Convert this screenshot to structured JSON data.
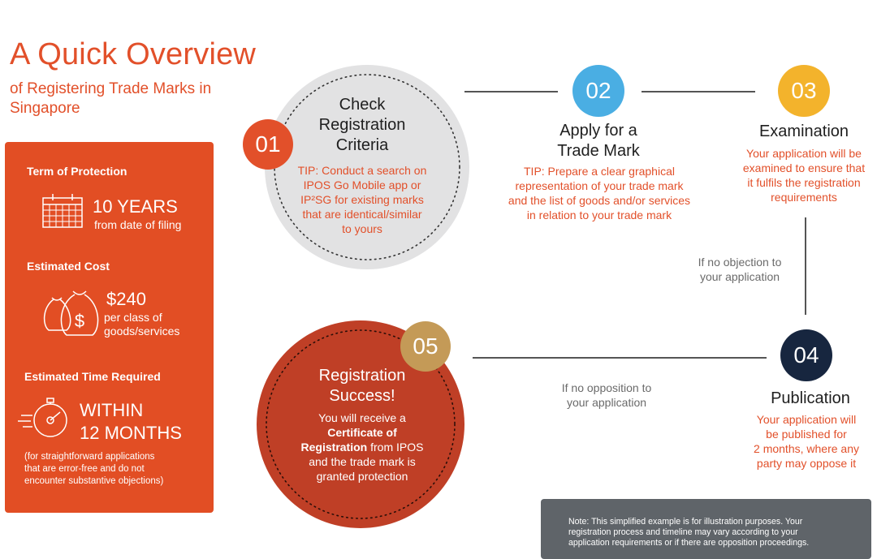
{
  "header": {
    "title": "A Quick Overview",
    "subtitle": "of Registering Trade Marks in Singapore"
  },
  "panel": {
    "term_heading": "Term of Protection",
    "term_value": "10 YEARS",
    "term_sub": "from date of filing",
    "cost_heading": "Estimated Cost",
    "cost_value": "$240",
    "cost_sub_1": "per class of",
    "cost_sub_2": "goods/services",
    "time_heading": "Estimated Time Required",
    "time_value_1": "WITHIN",
    "time_value_2": "12 MONTHS",
    "time_note_1": "(for straightforward applications",
    "time_note_2": "that are error-free and do not",
    "time_note_3": "encounter substantive objections)",
    "icons": [
      "calendar-icon",
      "money-bags-icon",
      "stopwatch-icon"
    ]
  },
  "steps": {
    "s1": {
      "number": "01",
      "title_1": "Check",
      "title_2": "Registration",
      "title_3": "Criteria",
      "tip_1": "TIP: Conduct a search on",
      "tip_2": "IPOS Go Mobile app or",
      "tip_3": "IP²SG for existing marks",
      "tip_4": "that are identical/similar",
      "tip_5": "to yours"
    },
    "s2": {
      "number": "02",
      "title_1": "Apply for a",
      "title_2": "Trade Mark",
      "tip_1": "TIP: Prepare a clear graphical",
      "tip_2": "representation of your trade mark",
      "tip_3": "and the list of goods and/or services",
      "tip_4": "in relation to your trade mark"
    },
    "s3": {
      "number": "03",
      "title": "Examination",
      "desc_1": "Your application will be",
      "desc_2": "examined to ensure that",
      "desc_3": "it fulfils the registration",
      "desc_4": "requirements"
    },
    "s4": {
      "number": "04",
      "title": "Publication",
      "desc_1": "Your application will",
      "desc_2": "be published for",
      "desc_3": "2 months, where any",
      "desc_4": "party may oppose it"
    },
    "s5": {
      "number": "05",
      "title_1": "Registration",
      "title_2": "Success!",
      "desc_1": "You will receive a",
      "desc_2": "Certificate of",
      "desc_3": "Registration",
      "desc_3b": " from IPOS",
      "desc_4": "and the trade mark is",
      "desc_5": "granted protection"
    }
  },
  "conditions": {
    "no_objection_1": "If no objection to",
    "no_objection_2": "your application",
    "no_opposition_1": "If no opposition to",
    "no_opposition_2": "your application"
  },
  "note": {
    "line_1": "Note: This simplified example is for illustration purposes. Your",
    "line_2": "registration process and timeline may vary according to your",
    "line_3": "application requirements or if there are opposition proceedings."
  },
  "colors": {
    "accent": "#e2502a",
    "panel": "#e24e24",
    "step1_badge": "#e2502a",
    "step2_badge": "#4aaee3",
    "step3_badge": "#f3b32c",
    "step4_badge": "#17263f",
    "step5_badge": "#c49a57",
    "note_bg": "#5f6469"
  }
}
